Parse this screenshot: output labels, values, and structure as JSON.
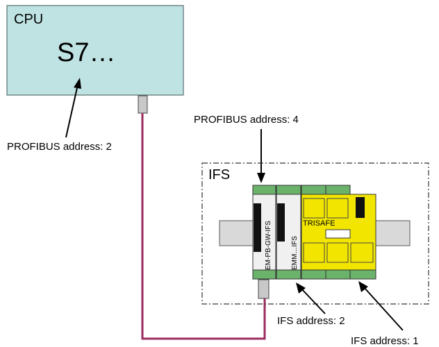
{
  "cpu": {
    "title": "CPU",
    "model": "S7…",
    "profibus_label": "PROFIBUS address: 2"
  },
  "ifs": {
    "title": "IFS",
    "profibus_label": "PROFIBUS address: 4"
  },
  "modules": {
    "gateway": "EM-PB-GW-IFS",
    "extension": "EMM…IFS",
    "trisafe": "TRISAFE"
  },
  "addresses": {
    "ifs2": "IFS address: 2",
    "ifs1": "IFS address: 1"
  },
  "colors": {
    "cpu_fill": "#bfe3e3",
    "cable": "#9b2a5c",
    "module_yellow": "#f2e600",
    "terminal_green": "#6bb26b",
    "rail_gray": "#d9d9d9"
  }
}
